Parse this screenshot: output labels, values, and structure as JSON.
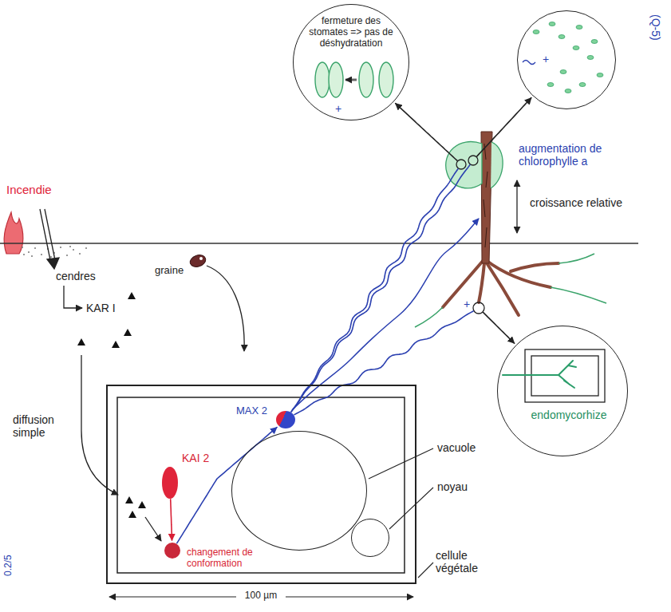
{
  "diagram": {
    "nodes": [
      {
        "text": [
          "cellule végétale"
        ]
      },
      {
        "text": [
          "vacuole"
        ],
        "in": 0
      },
      {
        "text": [
          "noyau"
        ],
        "in": 0
      },
      {
        "text": [
          "KAI 2"
        ],
        "in": 0
      },
      {
        "text": [
          "changement de conformation"
        ],
        "in": 0
      },
      {
        "text": [
          "MAX 2"
        ],
        "in": 0
      },
      {
        "text": [
          "fermeture des stomates => pas de déshydratation"
        ]
      },
      {
        "text": [
          "augmentation de chlorophylle a"
        ]
      },
      {
        "text": [
          "endomycorhize"
        ]
      }
    ],
    "edges": [
      {
        "from": 3,
        "to": 4,
        "arrow": "to"
      },
      {
        "from": 4,
        "to": 5,
        "arrow": "to"
      },
      {
        "from": 5,
        "to": 6,
        "arrow": "to"
      },
      {
        "from": 5,
        "to": 7,
        "arrow": "to"
      },
      {
        "from": 5,
        "to": 8,
        "arrow": "to"
      }
    ],
    "labels": [
      "Incendie",
      "cendres",
      "KAR I",
      "graine",
      "diffusion simple",
      "100 µm",
      "croissance relative",
      "+",
      "+",
      "+",
      "(Q-5)",
      "0.2/5"
    ]
  }
}
